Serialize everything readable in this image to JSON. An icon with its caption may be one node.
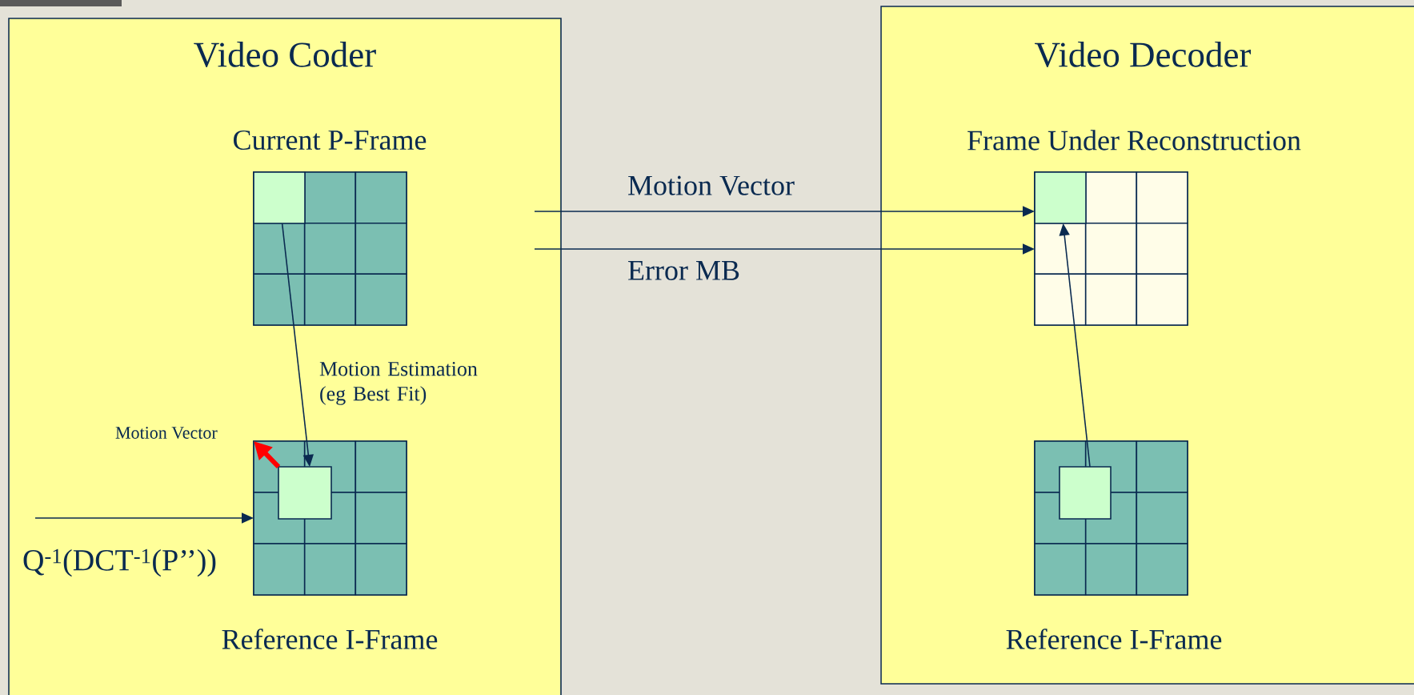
{
  "diagram": {
    "nodes": [
      {
        "text": [
          "Video Coder"
        ]
      },
      {
        "text": [
          "Current P-Frame"
        ],
        "in": 0
      },
      {
        "text": [],
        "shape": "box",
        "in": 1
      },
      {
        "text": [
          "Reference I-Frame"
        ],
        "in": 0
      },
      {
        "text": [],
        "shape": "box",
        "in": 3
      },
      {
        "text": [
          "Video Decoder"
        ]
      },
      {
        "text": [
          "Frame Under Reconstruction"
        ],
        "in": 5
      },
      {
        "text": [],
        "shape": "box",
        "in": 6
      },
      {
        "text": [
          "Reference I-Frame"
        ],
        "in": 5
      },
      {
        "text": [],
        "shape": "box",
        "in": 8
      }
    ],
    "edges": [
      {
        "from": 2,
        "to": 4,
        "arrow": "to",
        "label": "Motion Estimation (eg Best Fit)"
      },
      {
        "from": 4,
        "to": null,
        "arrow": "to",
        "style": "thick",
        "color": "#ff0000",
        "label": "Motion Vector"
      },
      {
        "from": null,
        "to": 3,
        "arrow": "to",
        "label": "Q$^{-1}$(DCT$^{-1}$(P’’))"
      },
      {
        "from": null,
        "to": 6,
        "arrow": "to",
        "label": "Motion Vector"
      },
      {
        "from": null,
        "to": 6,
        "arrow": "to",
        "label": "Error MB"
      },
      {
        "from": 9,
        "to": 7,
        "arrow": "to"
      }
    ]
  }
}
